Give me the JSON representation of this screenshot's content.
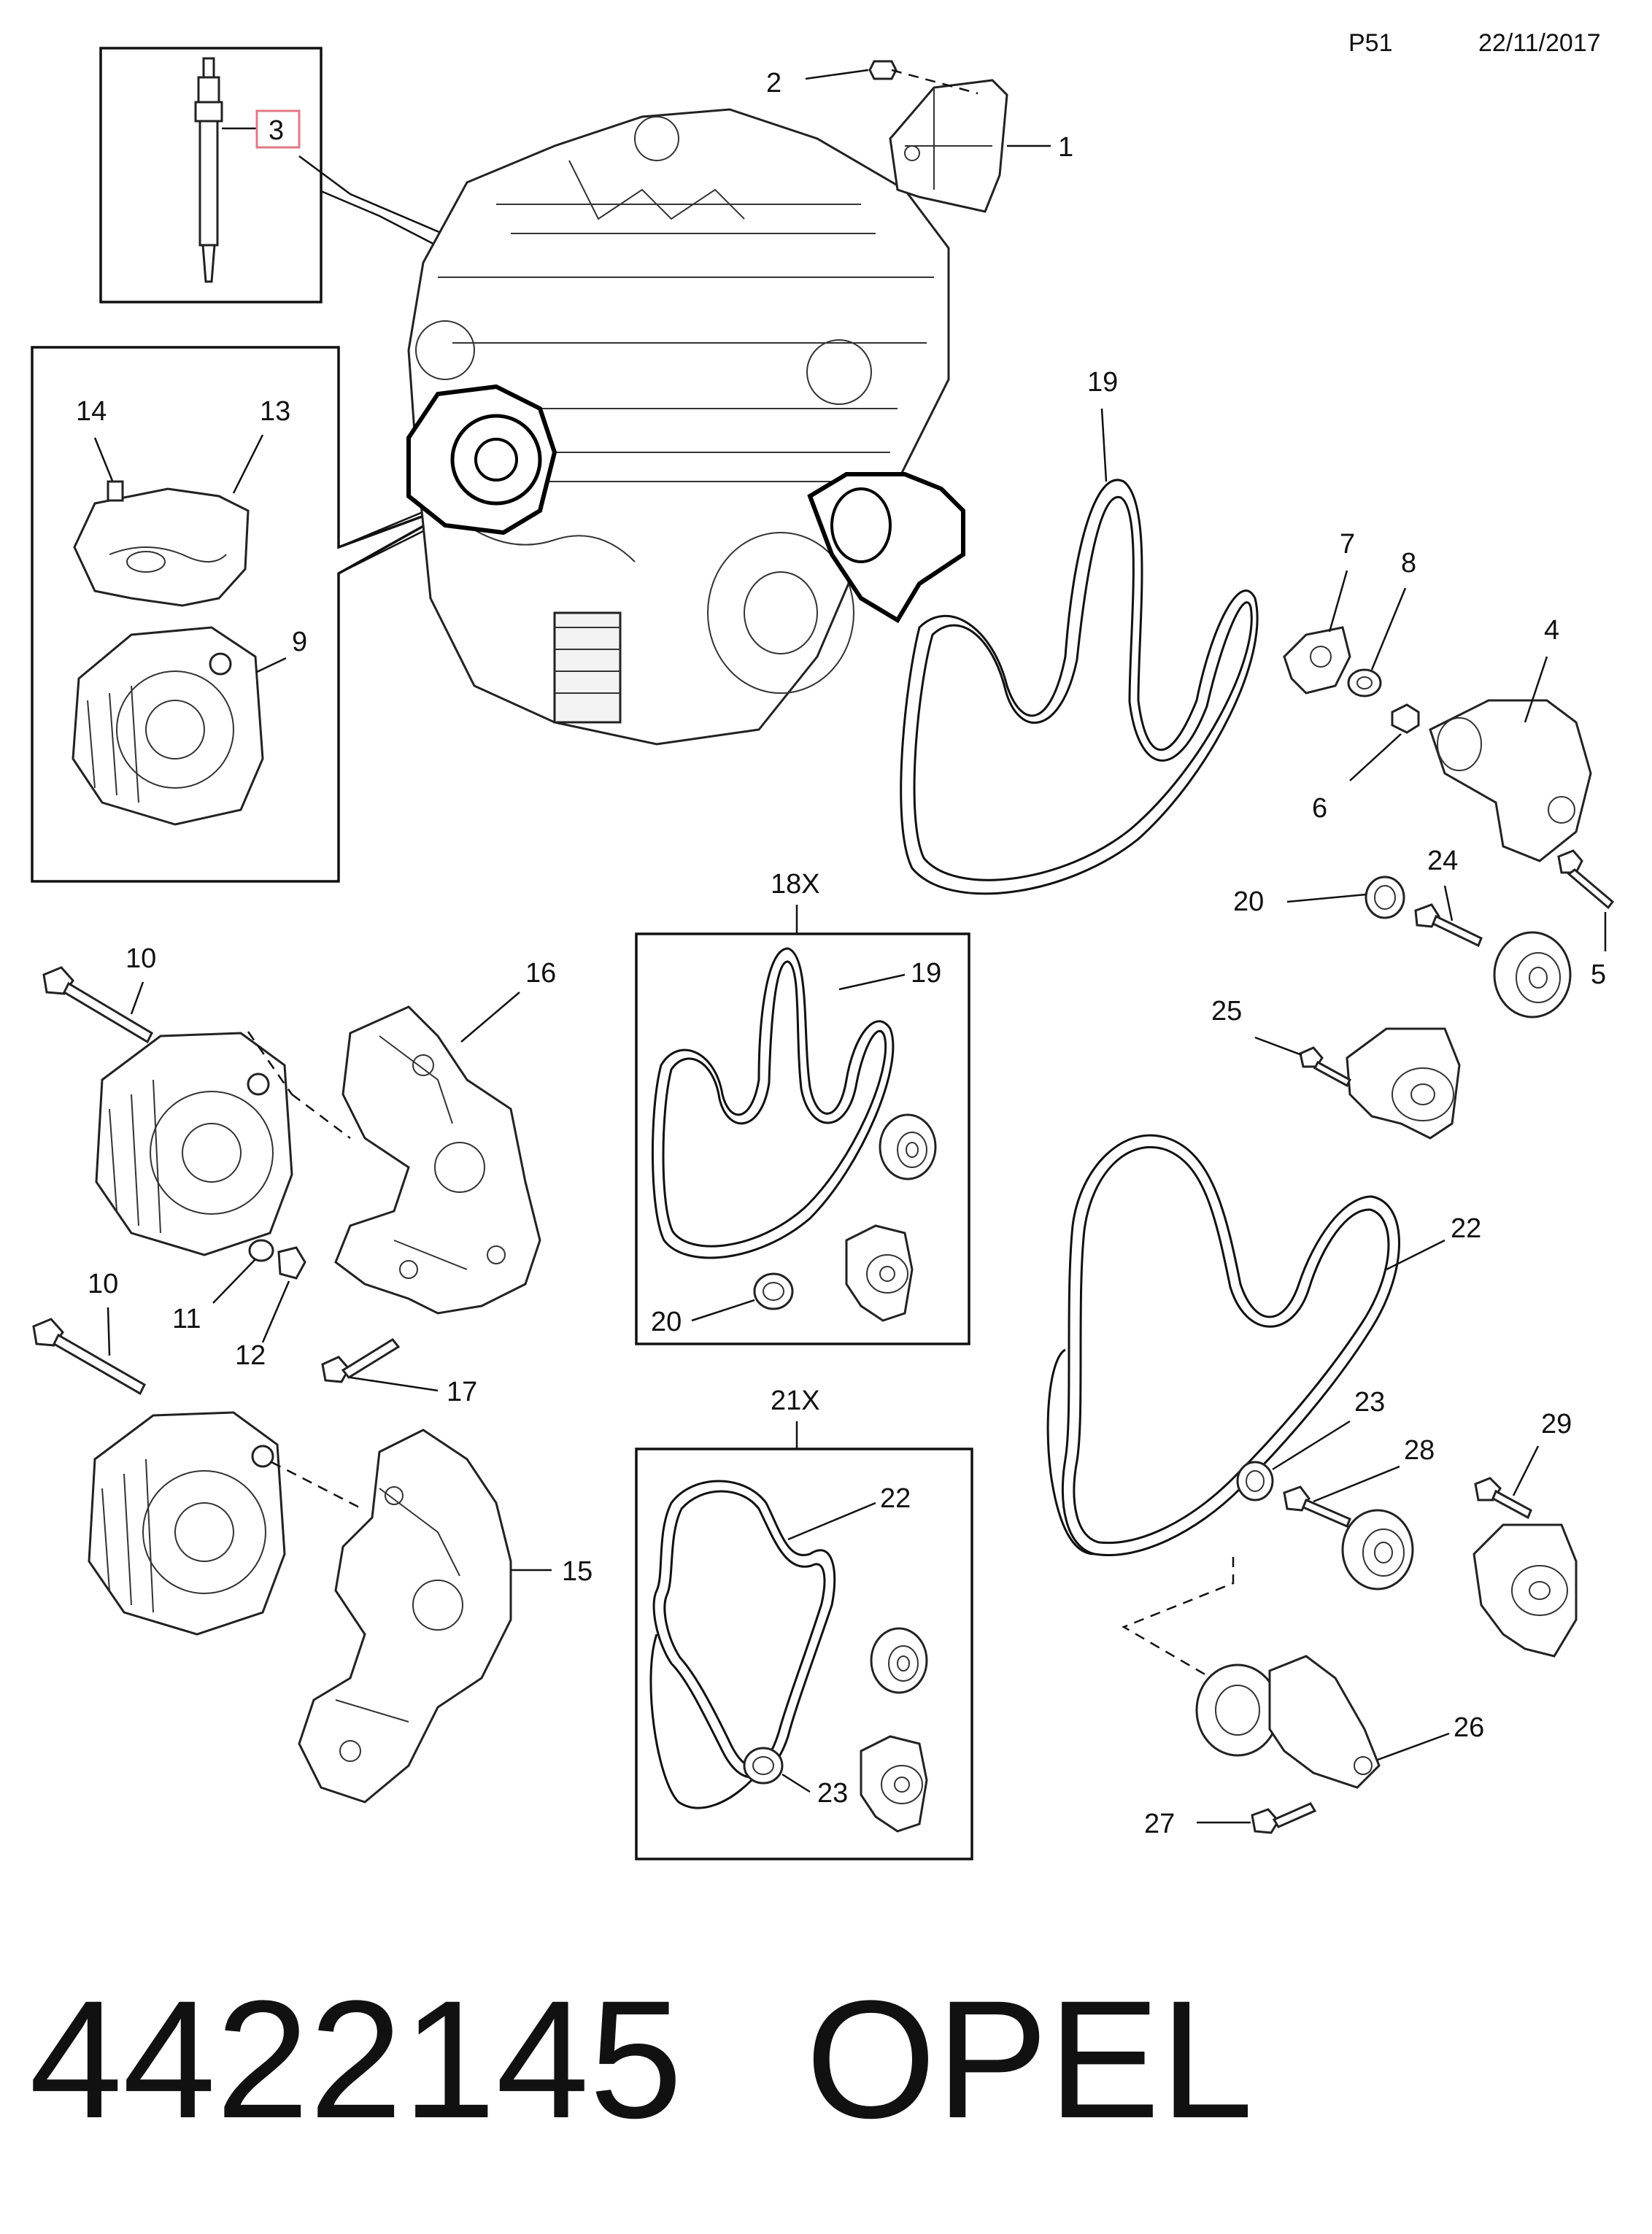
{
  "header": {
    "page_code": "P51",
    "date": "22/11/2017"
  },
  "footer": {
    "part_number": "4422145",
    "brand": "OPEL"
  },
  "colors": {
    "highlight": "#e07a86",
    "ink": "#111111"
  },
  "callouts": {
    "c1": "1",
    "c2": "2",
    "c3": "3",
    "c4": "4",
    "c5": "5",
    "c6": "6",
    "c7": "7",
    "c8": "8",
    "c9": "9",
    "c10a": "10",
    "c10b": "10",
    "c11": "11",
    "c12": "12",
    "c13": "13",
    "c14": "14",
    "c15": "15",
    "c16": "16",
    "c17": "17",
    "c18x": "18X",
    "c19a": "19",
    "c19b": "19",
    "c20a": "20",
    "c20b": "20",
    "c21x": "21X",
    "c22a": "22",
    "c22b": "22",
    "c23a": "23",
    "c23b": "23",
    "c24": "24",
    "c25": "25",
    "c26": "26",
    "c27": "27",
    "c28": "28",
    "c29": "29"
  }
}
